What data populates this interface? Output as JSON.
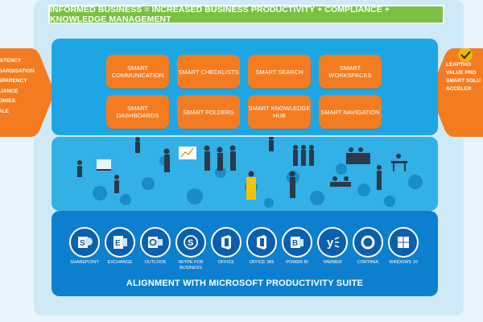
{
  "header": {
    "title": "INFORMED BUSINESS = INCREASED BUSINESS PRODUCTIVITY + COMPLIANCE + KNOWLEDGE MANAGEMENT"
  },
  "left_callout": {
    "items": [
      "ISTENCY",
      "DARDISATION",
      "SPARENCY",
      "LIANCE",
      "OMIES",
      "ALE"
    ]
  },
  "right_callout": {
    "lines": [
      "LEAPTHO",
      "VALUE PRO",
      "SMART SOLU",
      "ACCELER"
    ]
  },
  "tiles": [
    {
      "label": "SMART COMMUNICATION"
    },
    {
      "label": "SMART CHECKLISTS"
    },
    {
      "label": "SMART SEARCH"
    },
    {
      "label": "SMART WORKSPACES"
    },
    {
      "label": "SMART DASHBOARDS"
    },
    {
      "label": "SMART FOLDERS"
    },
    {
      "label": "SMART KNOWLEDGE HUB"
    },
    {
      "label": "SMART NAVIGATION"
    }
  ],
  "products": [
    {
      "label": "SHAREPOINT",
      "icon": "sharepoint-icon"
    },
    {
      "label": "EXCHANGE",
      "icon": "exchange-icon"
    },
    {
      "label": "OUTLOOK",
      "icon": "outlook-icon"
    },
    {
      "label": "SKYPE FOR BUSINESS",
      "icon": "skype-icon"
    },
    {
      "label": "OFFICE",
      "icon": "office-icon"
    },
    {
      "label": "OFFICE 365",
      "icon": "office365-icon"
    },
    {
      "label": "POWER BI",
      "icon": "powerbi-icon"
    },
    {
      "label": "YAMMER",
      "icon": "yammer-icon"
    },
    {
      "label": "CORTANA",
      "icon": "cortana-icon"
    },
    {
      "label": "WINDOWS 10",
      "icon": "windows-icon"
    }
  ],
  "footer": {
    "caption": "ALIGNMENT WITH MICROSOFT PRODUCTIVITY SUITE"
  },
  "colors": {
    "orange": "#f47c20",
    "green": "#7ac142",
    "blue_light": "#1ea6e4",
    "blue_dark": "#0d7fcf"
  }
}
